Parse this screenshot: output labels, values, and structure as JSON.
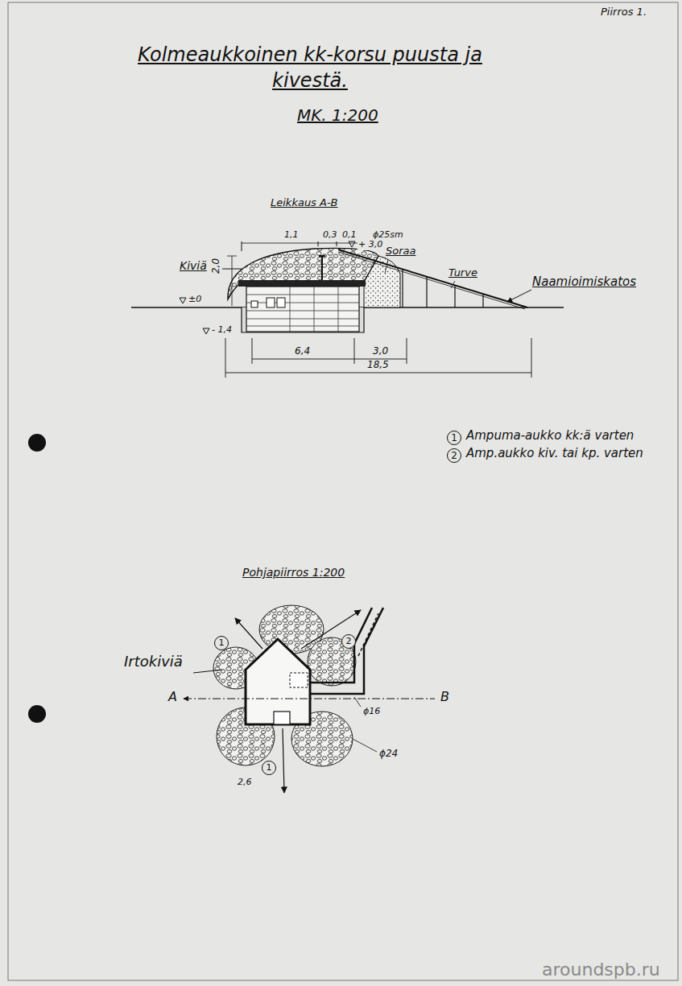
{
  "diagram": {
    "title": "Kolmeaukkoinen kk-korsu puusta ja kivestä.",
    "labels": [
      "Piirros 1.",
      "MK. 1:200",
      "Leikkaus A-B",
      "Kiviä",
      "2,0",
      "1,1",
      "0,3",
      "0,1",
      "ϕ25sm",
      "+ 3,0",
      "Soraa",
      "Turve",
      "Naamioimiskatos",
      "±0",
      "- 1,4",
      "6,4",
      "3,0",
      "18,5",
      "1",
      "Ampuma-aukko kk:ä varten",
      "2",
      "Amp.aukko kiv. tai kp. varten",
      "Pohjapiirros 1:200",
      "Irtokiviä",
      "A",
      "B",
      "ϕ16",
      "ϕ24",
      "2,6",
      "1",
      "2",
      "1",
      "aroundspb.ru"
    ]
  }
}
